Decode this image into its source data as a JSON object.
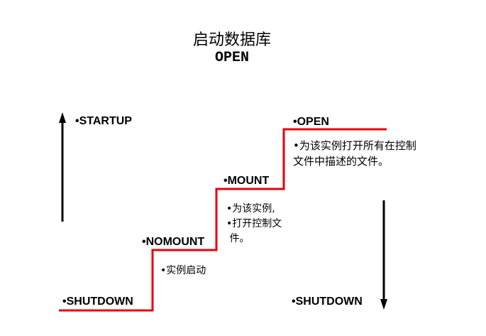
{
  "title": {
    "main": "启动数据库",
    "sub": "OPEN"
  },
  "stages": {
    "startup": "•STARTUP",
    "shutdown_left": "•SHUTDOWN",
    "nomount": "•NOMOUNT",
    "mount": "•MOUNT",
    "open": "•OPEN",
    "shutdown_right": "•SHUTDOWN"
  },
  "descriptions": {
    "nomount": "•实例启动",
    "mount": [
      "•为该实例,",
      "•打开控制文",
      " 件。"
    ],
    "open": [
      "•为该实例打开所有在控制",
      "文件中描述的文件。"
    ]
  },
  "colors": {
    "staircase": "#e8000b",
    "arrows": "#000000"
  }
}
